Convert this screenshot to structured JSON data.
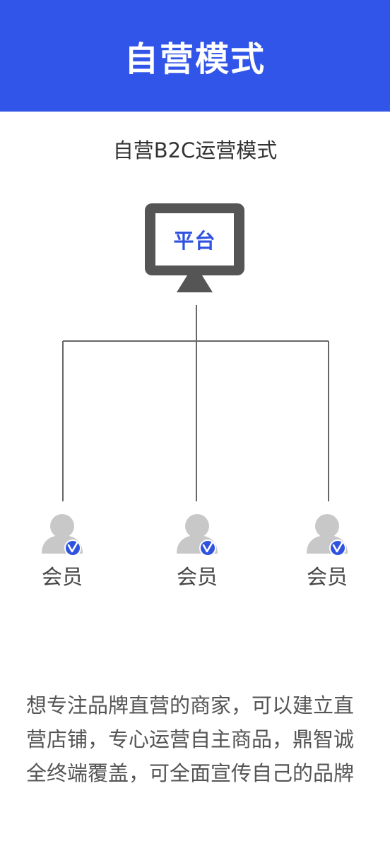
{
  "header": {
    "title": "自营模式"
  },
  "diagram": {
    "subtitle": "自营B2C运营模式",
    "platform": {
      "label": "平台",
      "icon": "monitor-icon"
    },
    "members": [
      {
        "label": "会员",
        "icon": "verified-user-icon"
      },
      {
        "label": "会员",
        "icon": "verified-user-icon"
      },
      {
        "label": "会员",
        "icon": "verified-user-icon"
      }
    ]
  },
  "description": "想专注品牌直营的商家，可以建立直营店铺，专心运营自主商品，鼎智诚全终端覆盖，可全面宣传自己的品牌",
  "colors": {
    "header_bg": "#3055e8",
    "accent": "#2f53e0",
    "monitor": "#555555",
    "avatar": "#c8c8c8",
    "line": "#666666"
  }
}
